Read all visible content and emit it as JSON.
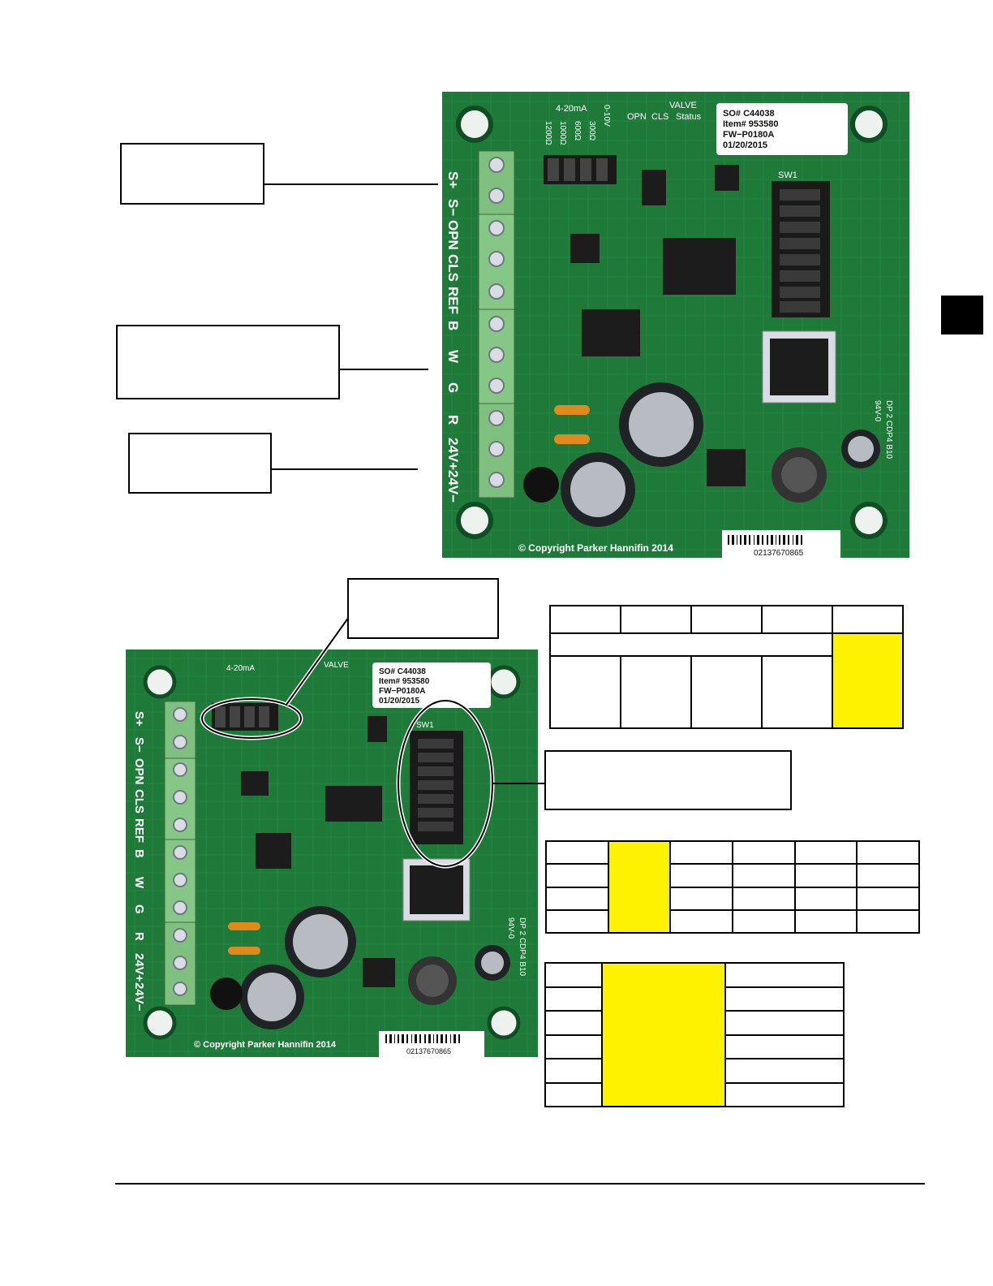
{
  "board_text": {
    "terminals": [
      "S+",
      "S−",
      "OPN",
      "CLS",
      "REF",
      "B",
      "W",
      "G",
      "R",
      "24V+",
      "24V−"
    ],
    "copyright": "© Copyright Parker Hannifin 2014",
    "barcode_number": "02137670865",
    "label_lines": [
      "SO# C44038",
      "Item# 953580",
      "FW−P0180A",
      "01/20/2015"
    ],
    "jumper_header": "4-20mA",
    "jumper_cols": [
      "1200Ω",
      "1000Ω",
      "600Ω",
      "300Ω",
      "0-10V"
    ],
    "valve_label": "VALVE",
    "status_labels": [
      "OPN",
      "CLS",
      "Status"
    ],
    "switch_label": "SW1",
    "rev_label": "DP 2 CDP4 B10",
    "rating_label": "94V-0"
  },
  "colors": {
    "board_green": "#1f7a3a",
    "highlight_yellow": "#fff200"
  }
}
